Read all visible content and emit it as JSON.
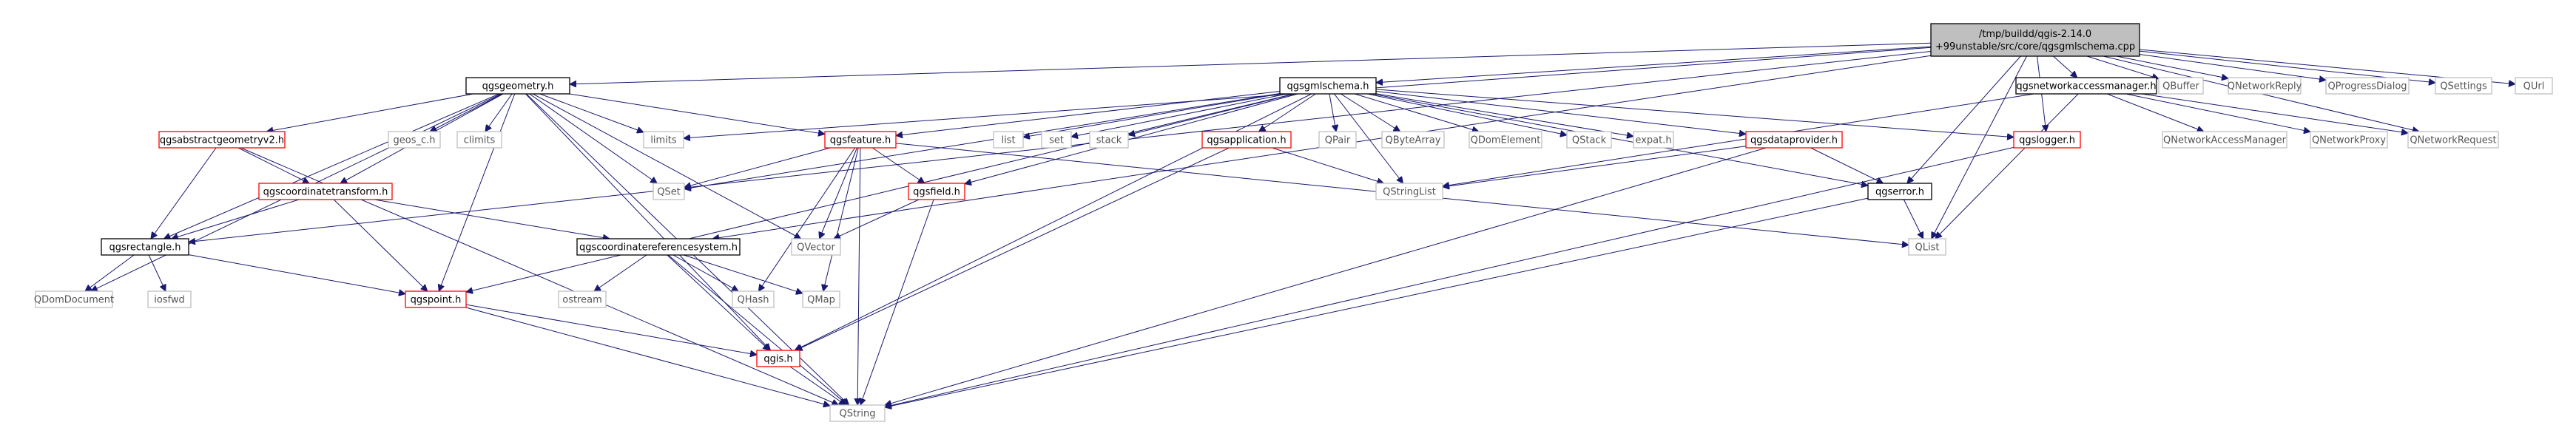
{
  "diagram": {
    "type": "include-dependency-graph",
    "colors": {
      "root_fill": "#bfbfbf",
      "documented_border": "#000000",
      "undocumented_border": "#ff0000",
      "external_border": "#bfbfbf",
      "edge": "#191970"
    },
    "nodes": [
      {
        "id": "root",
        "label": [
          "/tmp/buildd/qgis-2.14.0",
          "+99unstable/src/core/qgsgmlschema.cpp"
        ],
        "kind": "root"
      },
      {
        "id": "qgsgeometry",
        "label": [
          "qgsgeometry.h"
        ],
        "kind": "doc"
      },
      {
        "id": "qgsgmlschema",
        "label": [
          "qgsgmlschema.h"
        ],
        "kind": "doc"
      },
      {
        "id": "qgsnetworkaccessmanager",
        "label": [
          "qgsnetworkaccessmanager.h"
        ],
        "kind": "doc"
      },
      {
        "id": "QBuffer",
        "label": [
          "QBuffer"
        ],
        "kind": "ext"
      },
      {
        "id": "QNetworkReply",
        "label": [
          "QNetworkReply"
        ],
        "kind": "ext"
      },
      {
        "id": "QProgressDialog",
        "label": [
          "QProgressDialog"
        ],
        "kind": "ext"
      },
      {
        "id": "QSettings",
        "label": [
          "QSettings"
        ],
        "kind": "ext"
      },
      {
        "id": "QUrl",
        "label": [
          "QUrl"
        ],
        "kind": "ext"
      },
      {
        "id": "qgsabstractgeometryv2",
        "label": [
          "qgsabstractgeometryv2.h"
        ],
        "kind": "red"
      },
      {
        "id": "geos_c",
        "label": [
          "geos_c.h"
        ],
        "kind": "ext"
      },
      {
        "id": "climits",
        "label": [
          "climits"
        ],
        "kind": "ext"
      },
      {
        "id": "limits",
        "label": [
          "limits"
        ],
        "kind": "ext"
      },
      {
        "id": "qgsfeature",
        "label": [
          "qgsfeature.h"
        ],
        "kind": "red"
      },
      {
        "id": "list",
        "label": [
          "list"
        ],
        "kind": "ext"
      },
      {
        "id": "set",
        "label": [
          "set"
        ],
        "kind": "ext"
      },
      {
        "id": "stack",
        "label": [
          "stack"
        ],
        "kind": "ext"
      },
      {
        "id": "qgsapplication",
        "label": [
          "qgsapplication.h"
        ],
        "kind": "red"
      },
      {
        "id": "QPair",
        "label": [
          "QPair"
        ],
        "kind": "ext"
      },
      {
        "id": "QByteArray",
        "label": [
          "QByteArray"
        ],
        "kind": "ext"
      },
      {
        "id": "QDomElement",
        "label": [
          "QDomElement"
        ],
        "kind": "ext"
      },
      {
        "id": "QStack",
        "label": [
          "QStack"
        ],
        "kind": "ext"
      },
      {
        "id": "expat",
        "label": [
          "expat.h"
        ],
        "kind": "ext"
      },
      {
        "id": "qgsdataprovider",
        "label": [
          "qgsdataprovider.h"
        ],
        "kind": "red"
      },
      {
        "id": "qgslogger",
        "label": [
          "qgslogger.h"
        ],
        "kind": "red"
      },
      {
        "id": "QNetworkAccessManager",
        "label": [
          "QNetworkAccessManager"
        ],
        "kind": "ext"
      },
      {
        "id": "QNetworkProxy",
        "label": [
          "QNetworkProxy"
        ],
        "kind": "ext"
      },
      {
        "id": "QNetworkRequest",
        "label": [
          "QNetworkRequest"
        ],
        "kind": "ext"
      },
      {
        "id": "qgscoordinatetransform",
        "label": [
          "qgscoordinatetransform.h"
        ],
        "kind": "red"
      },
      {
        "id": "QSet",
        "label": [
          "QSet"
        ],
        "kind": "ext"
      },
      {
        "id": "qgsfield",
        "label": [
          "qgsfield.h"
        ],
        "kind": "red"
      },
      {
        "id": "QStringList",
        "label": [
          "QStringList"
        ],
        "kind": "ext"
      },
      {
        "id": "qgserror",
        "label": [
          "qgserror.h"
        ],
        "kind": "doc"
      },
      {
        "id": "qgsrectangle",
        "label": [
          "qgsrectangle.h"
        ],
        "kind": "doc"
      },
      {
        "id": "qgscoordinatereferencesystem",
        "label": [
          "qgscoordinatereferencesystem.h"
        ],
        "kind": "doc"
      },
      {
        "id": "QVector",
        "label": [
          "QVector"
        ],
        "kind": "ext"
      },
      {
        "id": "QList",
        "label": [
          "QList"
        ],
        "kind": "ext"
      },
      {
        "id": "QDomDocument",
        "label": [
          "QDomDocument"
        ],
        "kind": "ext"
      },
      {
        "id": "iosfwd",
        "label": [
          "iosfwd"
        ],
        "kind": "ext"
      },
      {
        "id": "qgspoint",
        "label": [
          "qgspoint.h"
        ],
        "kind": "red"
      },
      {
        "id": "ostream",
        "label": [
          "ostream"
        ],
        "kind": "ext"
      },
      {
        "id": "QHash",
        "label": [
          "QHash"
        ],
        "kind": "ext"
      },
      {
        "id": "QMap",
        "label": [
          "QMap"
        ],
        "kind": "ext"
      },
      {
        "id": "qgis",
        "label": [
          "qgis.h"
        ],
        "kind": "red"
      },
      {
        "id": "QString",
        "label": [
          "QString"
        ],
        "kind": "ext"
      }
    ],
    "edges": [
      [
        "root",
        "qgsgeometry"
      ],
      [
        "root",
        "qgsgmlschema"
      ],
      [
        "root",
        "qgsnetworkaccessmanager"
      ],
      [
        "root",
        "QBuffer"
      ],
      [
        "root",
        "QNetworkReply"
      ],
      [
        "root",
        "QProgressDialog"
      ],
      [
        "root",
        "QSettings"
      ],
      [
        "root",
        "QUrl"
      ],
      [
        "root",
        "qgsrectangle"
      ],
      [
        "root",
        "limits"
      ],
      [
        "root",
        "qgscoordinatereferencesystem"
      ],
      [
        "root",
        "qgserror"
      ],
      [
        "root",
        "qgslogger"
      ],
      [
        "root",
        "QList"
      ],
      [
        "root",
        "QNetworkRequest"
      ],
      [
        "qgsgeometry",
        "qgsabstractgeometryv2"
      ],
      [
        "qgsgeometry",
        "geos_c"
      ],
      [
        "qgsgeometry",
        "climits"
      ],
      [
        "qgsgeometry",
        "limits"
      ],
      [
        "qgsgeometry",
        "QSet"
      ],
      [
        "qgsgeometry",
        "qgsfeature"
      ],
      [
        "qgsgeometry",
        "qgscoordinatetransform"
      ],
      [
        "qgsgeometry",
        "qgsrectangle"
      ],
      [
        "qgsgeometry",
        "qgspoint"
      ],
      [
        "qgsgeometry",
        "QDomDocument"
      ],
      [
        "qgsgeometry",
        "QVector"
      ],
      [
        "qgsgeometry",
        "qgis"
      ],
      [
        "qgsgeometry",
        "QString"
      ],
      [
        "qgsgmlschema",
        "list"
      ],
      [
        "qgsgmlschema",
        "set"
      ],
      [
        "qgsgmlschema",
        "stack"
      ],
      [
        "qgsgmlschema",
        "qgsapplication"
      ],
      [
        "qgsgmlschema",
        "QPair"
      ],
      [
        "qgsgmlschema",
        "QByteArray"
      ],
      [
        "qgsgmlschema",
        "QDomElement"
      ],
      [
        "qgsgmlschema",
        "QStack"
      ],
      [
        "qgsgmlschema",
        "expat"
      ],
      [
        "qgsgmlschema",
        "qgsdataprovider"
      ],
      [
        "qgsgmlschema",
        "qgsfeature"
      ],
      [
        "qgsgmlschema",
        "qgsfield"
      ],
      [
        "qgsgmlschema",
        "qgserror"
      ],
      [
        "qgsgmlschema",
        "QStringList"
      ],
      [
        "qgsgmlschema",
        "QSet"
      ],
      [
        "qgsgmlschema",
        "qgslogger"
      ],
      [
        "qgsgmlschema",
        "qgspoint"
      ],
      [
        "qgsgmlschema",
        "qgis"
      ],
      [
        "qgsnetworkaccessmanager",
        "QNetworkAccessManager"
      ],
      [
        "qgsnetworkaccessmanager",
        "QNetworkProxy"
      ],
      [
        "qgsnetworkaccessmanager",
        "QNetworkRequest"
      ],
      [
        "qgsnetworkaccessmanager",
        "QList"
      ],
      [
        "qgsnetworkaccessmanager",
        "QStringList"
      ],
      [
        "qgsabstractgeometryv2",
        "qgscoordinatetransform"
      ],
      [
        "qgsabstractgeometryv2",
        "qgsrectangle"
      ],
      [
        "qgsabstractgeometryv2",
        "QString"
      ],
      [
        "qgscoordinatetransform",
        "qgsrectangle"
      ],
      [
        "qgscoordinatetransform",
        "qgscoordinatereferencesystem"
      ],
      [
        "qgscoordinatetransform",
        "qgspoint"
      ],
      [
        "qgsfeature",
        "QSet"
      ],
      [
        "qgsfeature",
        "qgsfield"
      ],
      [
        "qgsfeature",
        "QList"
      ],
      [
        "qgsfeature",
        "QVector"
      ],
      [
        "qgsfeature",
        "QHash"
      ],
      [
        "qgsfeature",
        "QMap"
      ],
      [
        "qgsfeature",
        "QString"
      ],
      [
        "qgsapplication",
        "QStringList"
      ],
      [
        "qgsapplication",
        "qgis"
      ],
      [
        "qgsdataprovider",
        "QStringList"
      ],
      [
        "qgsdataprovider",
        "qgserror"
      ],
      [
        "qgsdataprovider",
        "QString"
      ],
      [
        "qgslogger",
        "QString"
      ],
      [
        "qgsfield",
        "QVector"
      ],
      [
        "qgsfield",
        "QString"
      ],
      [
        "qgserror",
        "QList"
      ],
      [
        "qgserror",
        "QString"
      ],
      [
        "qgsrectangle",
        "QDomDocument"
      ],
      [
        "qgsrectangle",
        "iosfwd"
      ],
      [
        "qgsrectangle",
        "qgspoint"
      ],
      [
        "qgscoordinatereferencesystem",
        "ostream"
      ],
      [
        "qgscoordinatereferencesystem",
        "QHash"
      ],
      [
        "qgscoordinatereferencesystem",
        "QMap"
      ],
      [
        "qgscoordinatereferencesystem",
        "qgis"
      ],
      [
        "qgscoordinatereferencesystem",
        "QString"
      ],
      [
        "qgspoint",
        "qgis"
      ],
      [
        "qgspoint",
        "QString"
      ],
      [
        "qgis",
        "QString"
      ]
    ]
  }
}
